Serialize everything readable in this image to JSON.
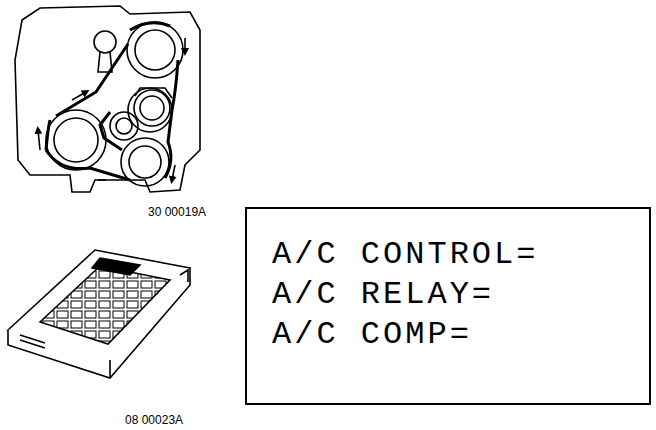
{
  "diagram": {
    "nodes": [
      {
        "text": [
          "A/C CONTROL=",
          "A/C RELAY=",
          "A/C COMP="
        ]
      }
    ],
    "labels": [
      "30 00019A",
      "08 00023A"
    ]
  }
}
